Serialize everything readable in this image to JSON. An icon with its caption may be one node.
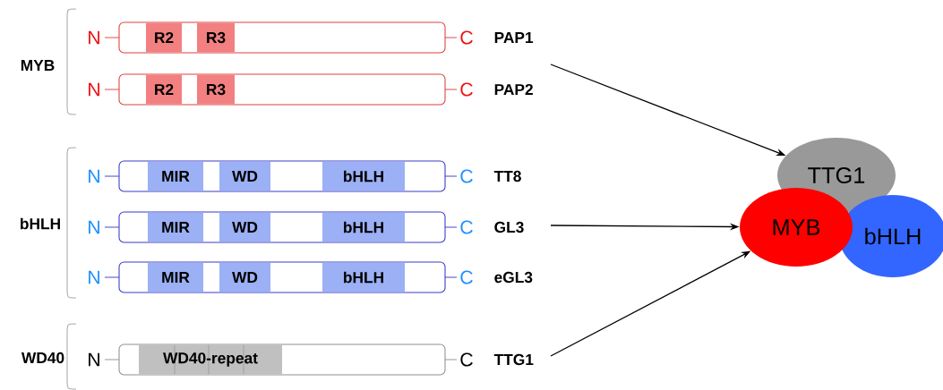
{
  "diagram": {
    "nodes": [
      {
        "text": [],
        "shape": "bar",
        "beside": [
          "N",
          "C",
          "PAP1"
        ]
      },
      {
        "text": [
          "R2"
        ],
        "in": 0
      },
      {
        "text": [
          "R3"
        ],
        "in": 0
      },
      {
        "text": [],
        "shape": "bar",
        "beside": [
          "N",
          "C",
          "PAP2"
        ]
      },
      {
        "text": [
          "R2"
        ],
        "in": 3
      },
      {
        "text": [
          "R3"
        ],
        "in": 3
      },
      {
        "text": [],
        "shape": "bar",
        "beside": [
          "N",
          "C",
          "TT8"
        ]
      },
      {
        "text": [
          "MIR"
        ],
        "in": 6
      },
      {
        "text": [
          "WD"
        ],
        "in": 6
      },
      {
        "text": [
          "bHLH"
        ],
        "in": 6
      },
      {
        "text": [],
        "shape": "bar",
        "beside": [
          "N",
          "C",
          "GL3"
        ]
      },
      {
        "text": [
          "MIR"
        ],
        "in": 10
      },
      {
        "text": [
          "WD"
        ],
        "in": 10
      },
      {
        "text": [
          "bHLH"
        ],
        "in": 10
      },
      {
        "text": [],
        "shape": "bar",
        "beside": [
          "N",
          "C",
          "eGL3"
        ]
      },
      {
        "text": [
          "MIR"
        ],
        "in": 14
      },
      {
        "text": [
          "WD"
        ],
        "in": 14
      },
      {
        "text": [
          "bHLH"
        ],
        "in": 14
      },
      {
        "text": [],
        "shape": "bar",
        "beside": [
          "N",
          "C",
          "TTG1"
        ]
      },
      {
        "text": [
          "WD40-repeat"
        ],
        "in": 18
      },
      {
        "text": [
          "TTG1"
        ]
      },
      {
        "text": [
          "MYB"
        ]
      },
      {
        "text": [
          "bHLH"
        ]
      }
    ],
    "edges": [
      {
        "from": null,
        "to": 20,
        "arrow": "to"
      },
      {
        "from": null,
        "to": 21,
        "arrow": "to"
      },
      {
        "from": null,
        "to": 21,
        "arrow": "to"
      }
    ],
    "labels": [
      "MYB",
      "bHLH",
      "WD40"
    ]
  }
}
